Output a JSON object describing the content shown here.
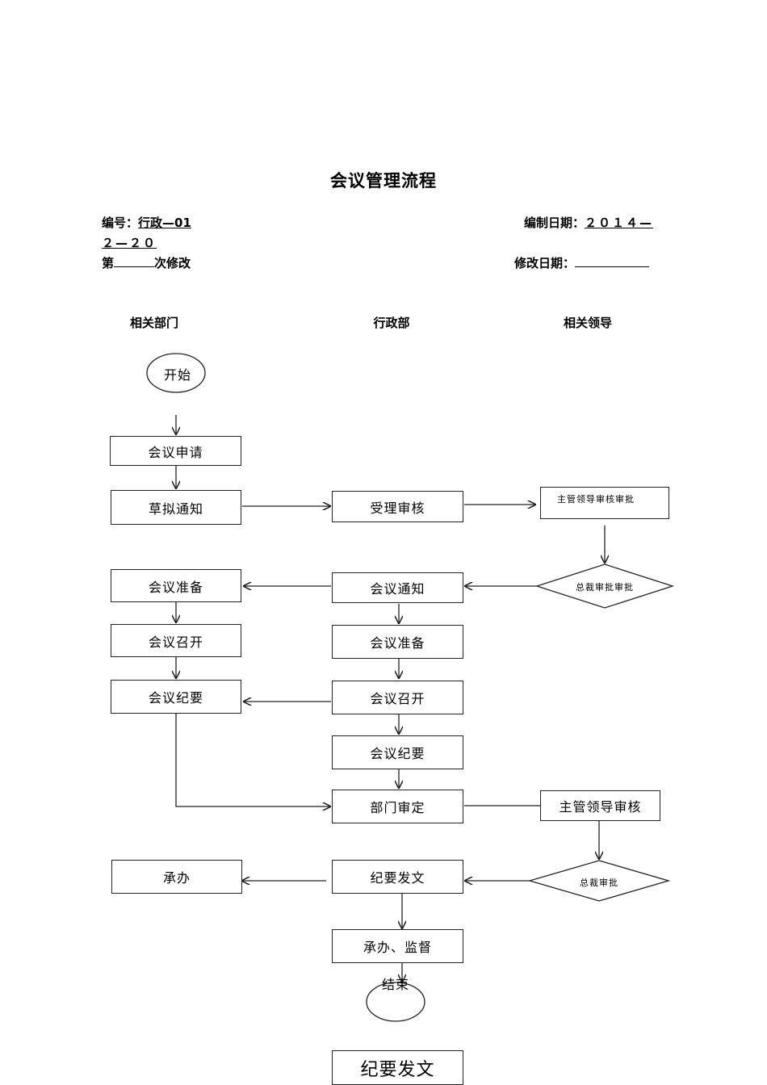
{
  "header": {
    "title": "会议管理流程",
    "number_label": "编号：",
    "number_value": "行政—01",
    "date_label": "编制日期：",
    "date_value_part1": "２０１４—",
    "date_value_part2": "２—２０",
    "revision_prefix": "第",
    "revision_suffix": "次修改",
    "revision_date_label": "修改日期："
  },
  "columns": {
    "dept": "相关部门",
    "admin": "行政部",
    "leader": "相关领导"
  },
  "nodes": {
    "start": "开始",
    "meeting_request": "会议申请",
    "draft_notice": "草拟通知",
    "accept_review": "受理审核",
    "supervisor_approval": "主管领导审核审批",
    "ceo_approval": "总裁审批审批",
    "dept_prep": "会议准备",
    "admin_notice": "会议通知",
    "dept_hold": "会议召开",
    "admin_prep": "会议准备",
    "dept_minutes": "会议纪要",
    "admin_hold": "会议召开",
    "admin_minutes": "会议纪要",
    "dept_review": "部门审定",
    "supervisor_review": "主管领导审核",
    "undertake": "承办",
    "publish_minutes": "纪要发文",
    "ceo_approval2": "总裁审批",
    "undertake_supervise": "承办、监督",
    "end": "结束",
    "extra_box": "纪要发文"
  }
}
